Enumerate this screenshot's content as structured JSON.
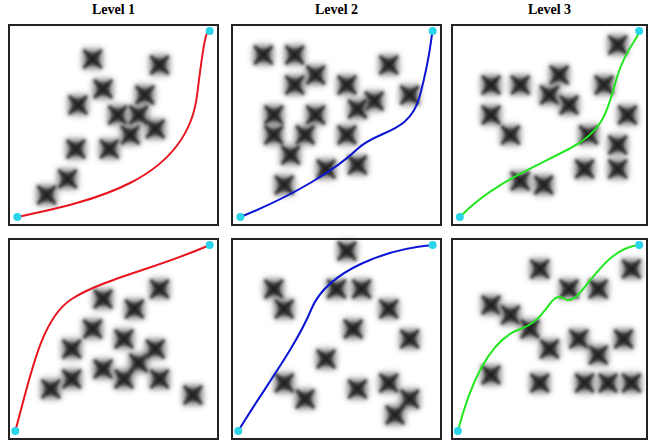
{
  "diagram": {
    "labels": [
      "Level 1",
      "Level 2",
      "Level 3"
    ]
  }
}
